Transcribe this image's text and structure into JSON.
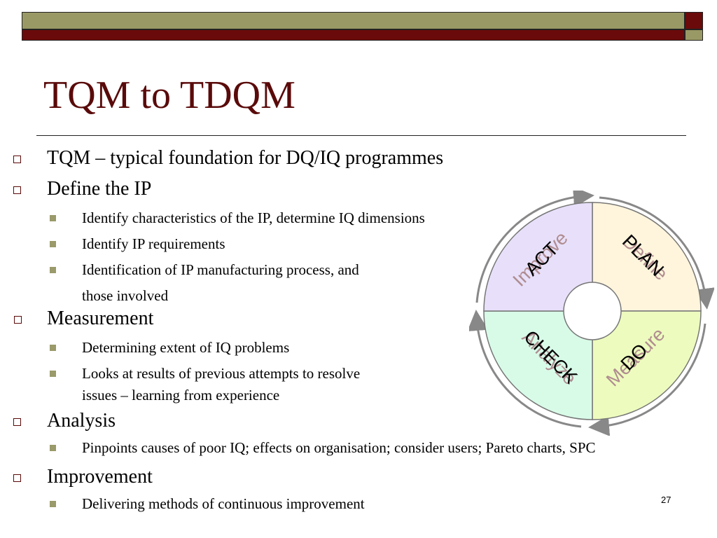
{
  "slide": {
    "title": "TQM to TDQM",
    "page_number": "27",
    "colors": {
      "olive": "#999966",
      "maroon": "#6b0a0a",
      "title": "#5a0a0a"
    }
  },
  "bullets": {
    "b1": "TQM – typical foundation for DQ/IQ programmes",
    "b2": "Define the IP",
    "b2_1": "Identify characteristics of the IP, determine IQ dimensions",
    "b2_2": "Identify IP requirements",
    "b2_3a": "Identification of IP manufacturing  process, and",
    "b2_3b": "those involved",
    "b3": "Measurement",
    "b3_1": "Determining extent of IQ problems",
    "b3_2a": "Looks at results of previous attempts to resolve",
    "b3_2b": "issues – learning from experience",
    "b4": "Analysis",
    "b4_1": "Pinpoints causes of poor IQ; effects on organisation; consider users; Pareto charts, SPC",
    "b5": "Improvement",
    "b5_1": "Delivering methods of continuous improvement"
  },
  "cycle": {
    "plan": "PLAN",
    "do": "DO",
    "check": "CHECK",
    "act": "ACT",
    "define": "Define",
    "measure": "Measure",
    "analyze": "Analyze",
    "improve": "Improve",
    "colors": {
      "plan": "#fff5dc",
      "do": "#edfcbe",
      "check": "#d8fbe8",
      "act": "#e8e0fa",
      "ghost": "#b08c90",
      "arrow": "#888888"
    }
  }
}
